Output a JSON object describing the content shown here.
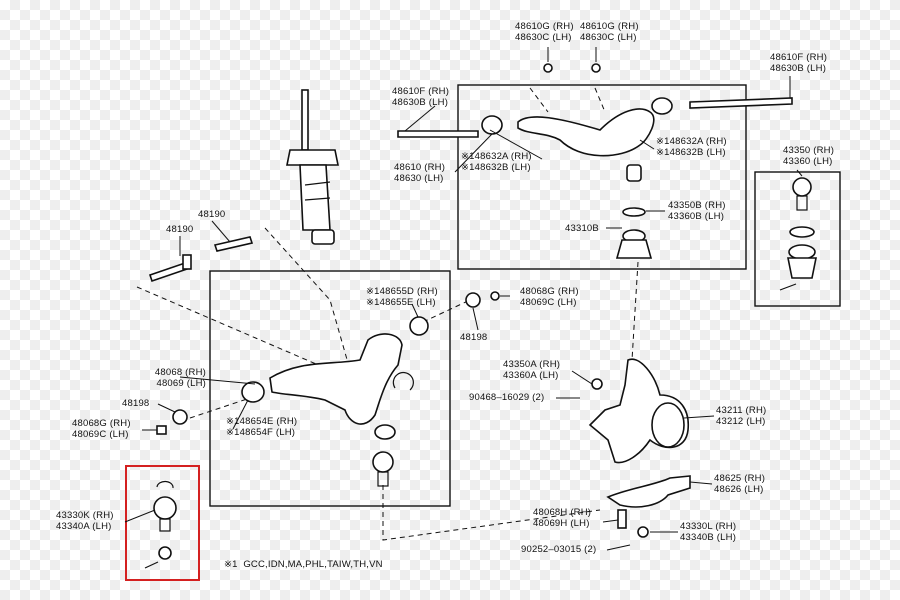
{
  "colors": {
    "highlight": "#d42020",
    "ink": "#111111"
  },
  "labels": {
    "p48610g": "48610G (RH)\n48630C (LH)",
    "p48610g_b": "48610G (RH)\n48630C (LH)",
    "p48610f_r": "48610F (RH)\n48630B (LH)",
    "p48610f_l": "48610F (RH)\n48630B (LH)",
    "p48610": "48610 (RH)\n48630 (LH)",
    "p148632a_l": "※148632A (RH)\n※148632B (LH)",
    "p148632a_r": "※148632A (RH)\n※148632B (LH)",
    "p43350b": "43350B (RH)\n43360B (LH)",
    "p43310b": "43310B",
    "p43350_r": "43350 (RH)\n43360 (LH)",
    "p48190a": "48190",
    "p48190b": "48190",
    "p148655d": "※148655D (RH)\n※148655E (LH)",
    "p48068g_t": "48068G (RH)\n48069C (LH)",
    "p48198_t": "48198",
    "p48068": "48068 (RH)\n48069 (LH)",
    "p48198_l": "48198",
    "p48068g_l": "48068G (RH)\n48069C (LH)",
    "p148654e": "※148654E (RH)\n※148654F (LH)",
    "p43350a": "43350A (RH)\n43360A (LH)",
    "p90468": "90468–16029 (2)",
    "p43211": "43211 (RH)\n43212 (LH)",
    "p48625": "48625 (RH)\n48626 (LH)",
    "p48068h": "48068H (RH)\n48069H (LH)",
    "p43330l": "43330L (RH)\n43340B (LH)",
    "p90252": "90252–03015 (2)",
    "p43330k": "43330K (RH)\n43340A (LH)",
    "footnote": "※1  GCC,IDN,MA,PHL,TAIW,TH,VN"
  }
}
